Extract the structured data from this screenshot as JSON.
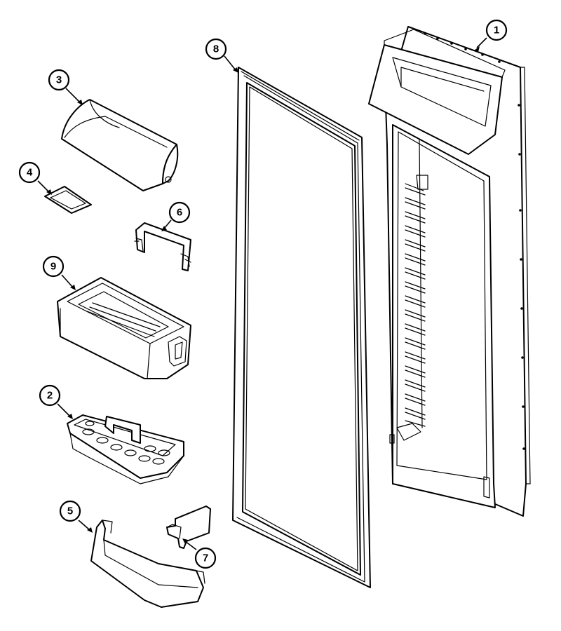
{
  "callouts": [
    {
      "id": "part-1",
      "label": "1"
    },
    {
      "id": "part-2",
      "label": "2"
    },
    {
      "id": "part-3",
      "label": "3"
    },
    {
      "id": "part-4",
      "label": "4"
    },
    {
      "id": "part-5",
      "label": "5"
    },
    {
      "id": "part-6",
      "label": "6"
    },
    {
      "id": "part-7",
      "label": "7"
    },
    {
      "id": "part-8",
      "label": "8"
    },
    {
      "id": "part-9",
      "label": "9"
    }
  ]
}
